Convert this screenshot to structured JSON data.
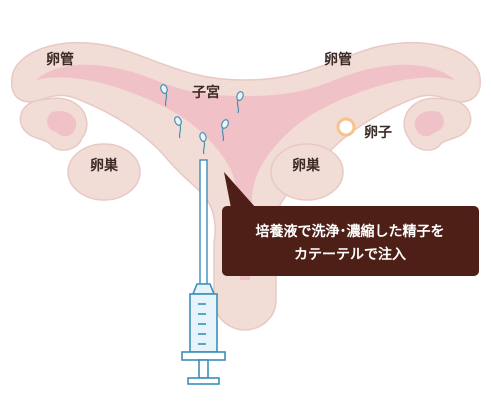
{
  "colors": {
    "outer": "#f2dcd6",
    "inner": "#f0c2c8",
    "outline": "#e8c9c3",
    "syringe_line": "#3a8fb8",
    "syringe_fill": "#e6f3fa",
    "callout_bg": "#4d1f16",
    "text": "#3c2a26",
    "callout_text": "#ffffff",
    "egg_ring": "#f6c48a"
  },
  "labels": {
    "fallopian_tube_left": "卵管",
    "fallopian_tube_right": "卵管",
    "uterus": "子宮",
    "ovary_left": "卵巣",
    "ovary_right": "卵巣",
    "egg": "卵子"
  },
  "callout": {
    "line1": "培養液で洗浄･濃縮した精子を",
    "line2": "カテーテルで注入"
  },
  "icons": [
    "sperm-icon",
    "egg-icon",
    "syringe-icon",
    "catheter-icon"
  ]
}
